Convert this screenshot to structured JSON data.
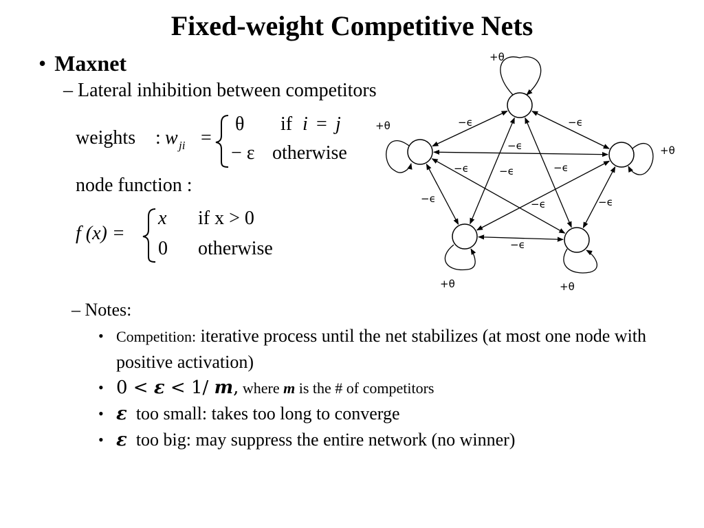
{
  "title": "Fixed-weight Competitive Nets",
  "bullet1": "Maxnet",
  "sub1": "– Lateral inhibition between competitors",
  "weights_eq": {
    "lhs": "weights",
    "colon": ":",
    "w": "w",
    "sub": "ji",
    "equals": "=",
    "case1_val": "θ",
    "case1_cond_if": "if",
    "case1_cond_i": "i",
    "case1_cond_eq": "=",
    "case1_cond_j": "j",
    "case2_val": "− ε",
    "case2_cond": "otherwise"
  },
  "node_function_label": "node function  :",
  "f_eq": {
    "lhs": "f (x) =",
    "case1_val": "x",
    "case1_cond": "if  x > 0",
    "case2_val": "0",
    "case2_cond": "otherwise"
  },
  "notes_label": "– Notes:",
  "notes": {
    "n1_small": "Competition:",
    "n1_rest": " iterative process until the net stabilizes (at most one node with positive activation)",
    "n2_math_a": "0 < ",
    "n2_eps": "ε",
    "n2_math_b": " < 1/ ",
    "n2_m": "m",
    "n2_comma": ",",
    "n2_where": " where ",
    "n2_m2": "m",
    "n2_rest": " is the # of competitors",
    "n3_eps": "ε",
    "n3_text": "too small: takes too long to converge",
    "n4_eps": "ε",
    "n4_text": "too big: may suppress the entire network (no winner)"
  },
  "diagram": {
    "self_label": "+θ",
    "edge_label": "−ϵ"
  }
}
